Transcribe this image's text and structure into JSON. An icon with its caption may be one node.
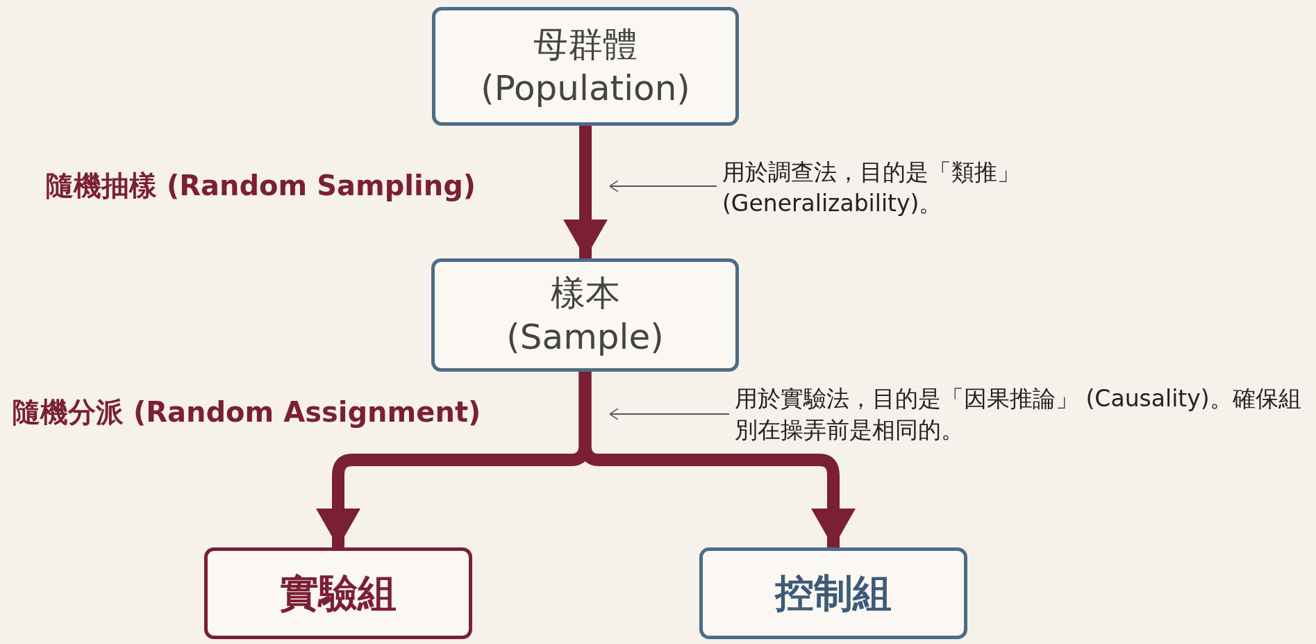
{
  "diagram": {
    "nodes": [
      {
        "text": [
          "母群體",
          "(Population)"
        ]
      },
      {
        "text": [
          "樣本",
          "(Sample)"
        ]
      },
      {
        "text": [
          "實驗組"
        ]
      },
      {
        "text": [
          "控制組"
        ]
      },
      {
        "text": [
          "用於調查法，目的是「類推」 (Generalizability)。"
        ]
      },
      {
        "text": [
          "用於實驗法，目的是「因果推論」 (Causality)。確保組別在操弄前是相同的。"
        ]
      }
    ],
    "edges": [
      {
        "from": 0,
        "to": 1,
        "arrow": "to",
        "label": "隨機抽樣 (Random Sampling)",
        "color": "#7a1f35"
      },
      {
        "from": 1,
        "to": 2,
        "arrow": "to",
        "label": "隨機分派 (Random Assignment)",
        "color": "#7a1f35"
      },
      {
        "from": 1,
        "to": 3,
        "arrow": "to",
        "color": "#7a1f35"
      },
      {
        "from": 4,
        "to": null,
        "arrow": "to"
      },
      {
        "from": 5,
        "to": null,
        "arrow": "to"
      }
    ]
  }
}
